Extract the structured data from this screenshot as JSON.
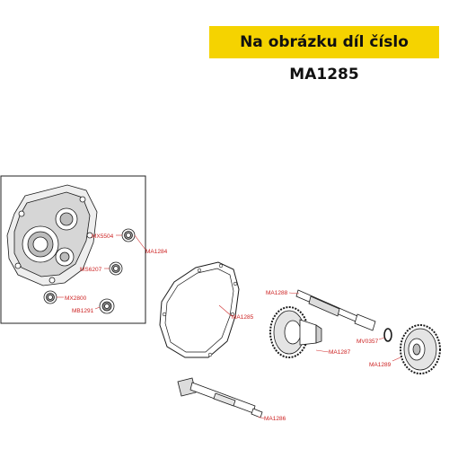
{
  "banner": {
    "text": "Na obrázku díl číslo MA1285"
  },
  "colors": {
    "banner_bg": "#f5d300",
    "label": "#cc1f1f",
    "line": "#1a1a1a"
  },
  "labels": {
    "mx5504": "MX5504",
    "ma1284": "MA1284",
    "ms6207": "MS6207",
    "mx2800": "MX2800",
    "mb1291": "MB1291",
    "ma1285": "MA1285",
    "ma1288": "MA1288",
    "mv0357": "MV0357",
    "ma1287": "MA1287",
    "ma1289": "MA1289",
    "ma1286": "MA1286"
  }
}
